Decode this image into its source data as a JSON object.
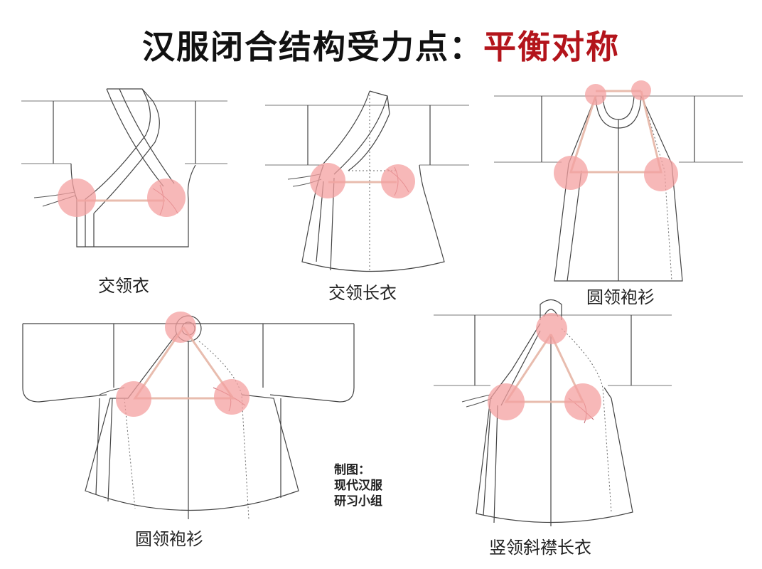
{
  "title": {
    "main": "汉服闭合结构受力点：",
    "accent": "平衡对称"
  },
  "garments": [
    {
      "label": "交领衣"
    },
    {
      "label": "交领长衣"
    },
    {
      "label": "圆领袍衫"
    },
    {
      "label": "圆领袍衫"
    },
    {
      "label": "竖领斜襟长衣"
    }
  ],
  "credit": {
    "line1": "制图：",
    "line2": "现代汉服",
    "line3": "研习小组"
  },
  "colors": {
    "accent": "#b3141b",
    "stress_point": "#f4a0a0",
    "line": "#444444"
  }
}
